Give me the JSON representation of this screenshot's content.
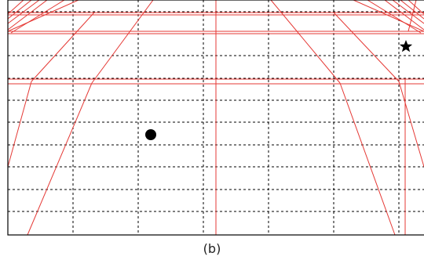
{
  "figure": {
    "caption": "(b)"
  },
  "colors": {
    "border": "#000000",
    "grid_dashed": "#000000",
    "projection_lines": "#e53935",
    "markers": "#000000",
    "background": "#ffffff"
  },
  "markers": [
    {
      "name": "circle-marker",
      "shape": "filled-circle"
    },
    {
      "name": "star-marker",
      "shape": "five-point-star"
    }
  ]
}
